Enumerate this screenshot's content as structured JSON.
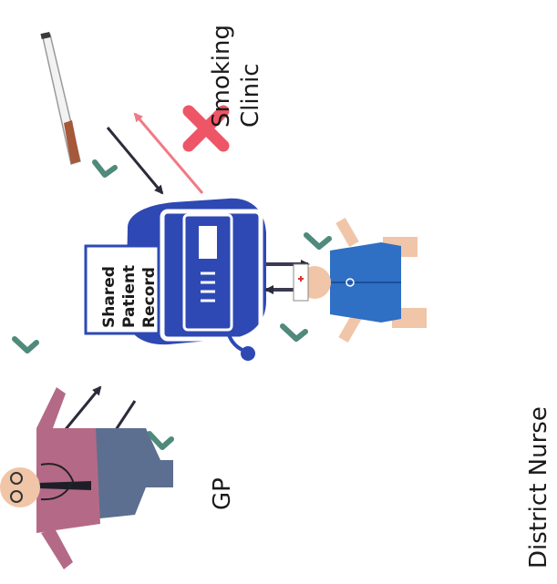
{
  "labels": {
    "gp": "GP",
    "district_nurse": "District Nurse",
    "smoking_clinic_line1": "Smoking",
    "smoking_clinic_line2": "Clinic"
  },
  "record": {
    "line1": "Shared",
    "line2": "Patient",
    "line3": "Record"
  },
  "colors": {
    "computer": "#2e49b4",
    "monitor_frame": "#ffffff",
    "arrow_dark": "#2b2b3a",
    "arrow_blocked": "#f07a85",
    "cross": "#ee5566",
    "check": "#4f8a7b",
    "cigarette_filter": "#a5583a",
    "nurse_uniform": "#2f6fc4",
    "gp_shirt": "#b46a86",
    "gp_trousers": "#5c6f90",
    "skin": "#f1c5a8"
  }
}
